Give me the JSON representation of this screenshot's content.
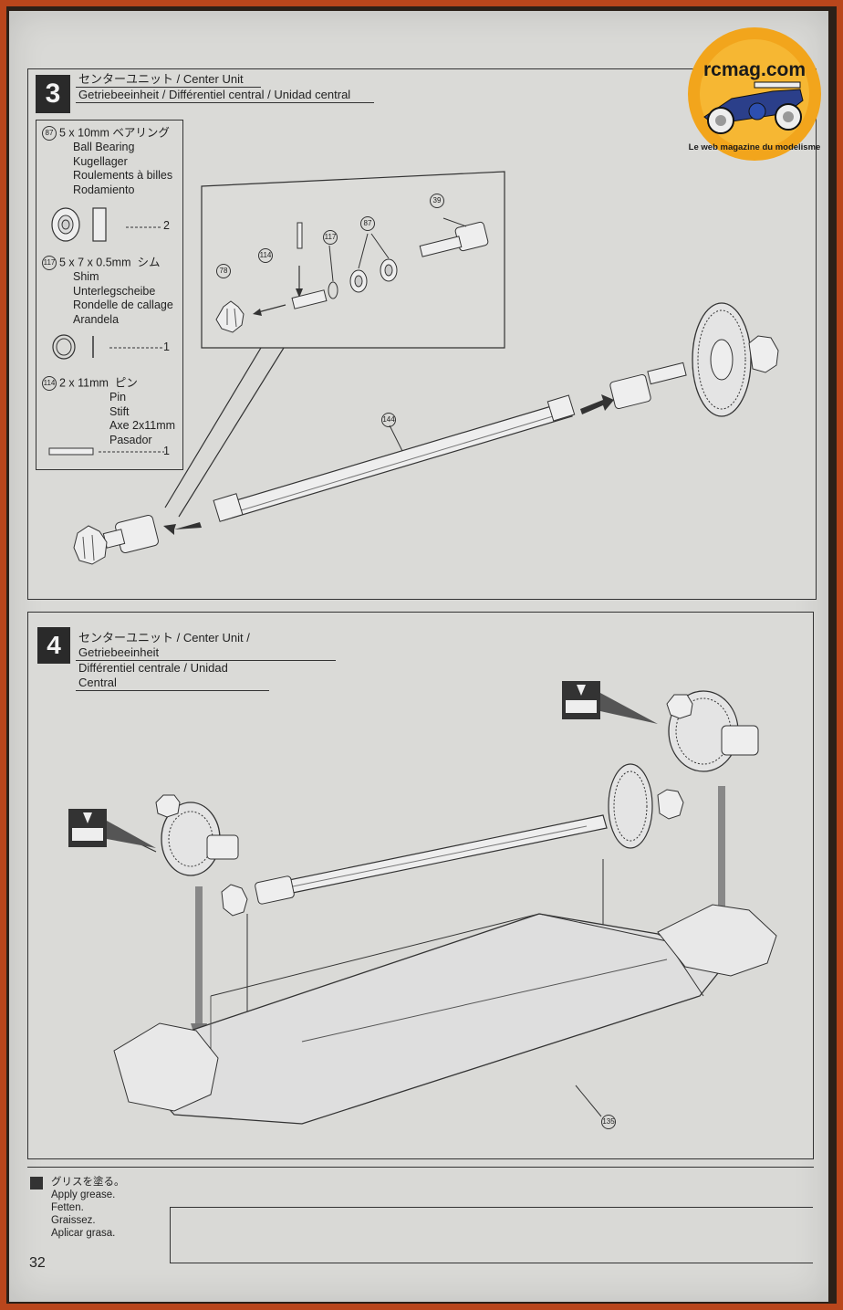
{
  "logo": {
    "site": "rcmag.com",
    "arc_text": "Le web magazine du modelisme"
  },
  "step3": {
    "number": "3",
    "title_line1": "センターユニット / Center Unit",
    "title_line2": "Getriebeeinheit / Différentiel central / Unidad central",
    "parts": [
      {
        "id": "87",
        "size": "5 x 10mm",
        "jp": "ベアリング",
        "names": [
          "Ball Bearing",
          "Kugellager",
          "Roulements à billes",
          "Rodamiento"
        ],
        "qty": "2"
      },
      {
        "id": "117",
        "size": "5 x 7 x 0.5mm",
        "jp": "シム",
        "names": [
          "Shim",
          "Unterlegscheibe",
          "Rondelle de callage",
          "Arandela"
        ],
        "qty": "1"
      },
      {
        "id": "114",
        "size": "2 x 11mm",
        "jp": "ピン",
        "names": [
          "Pin",
          "Stift",
          "Axe 2x11mm",
          "Pasador"
        ],
        "qty": "1"
      }
    ],
    "callouts": [
      "114",
      "117",
      "87",
      "39",
      "78",
      "144"
    ]
  },
  "step4": {
    "number": "4",
    "title_line1": "センターユニット / Center Unit / Getriebeeinheit",
    "title_line2": "Différentiel centrale / Unidad Central",
    "callouts": [
      "135"
    ]
  },
  "legend": {
    "lines": [
      "グリスを塗る。",
      "Apply grease.",
      "Fetten.",
      "Graissez.",
      "Aplicar grasa."
    ]
  },
  "page_number": "32"
}
